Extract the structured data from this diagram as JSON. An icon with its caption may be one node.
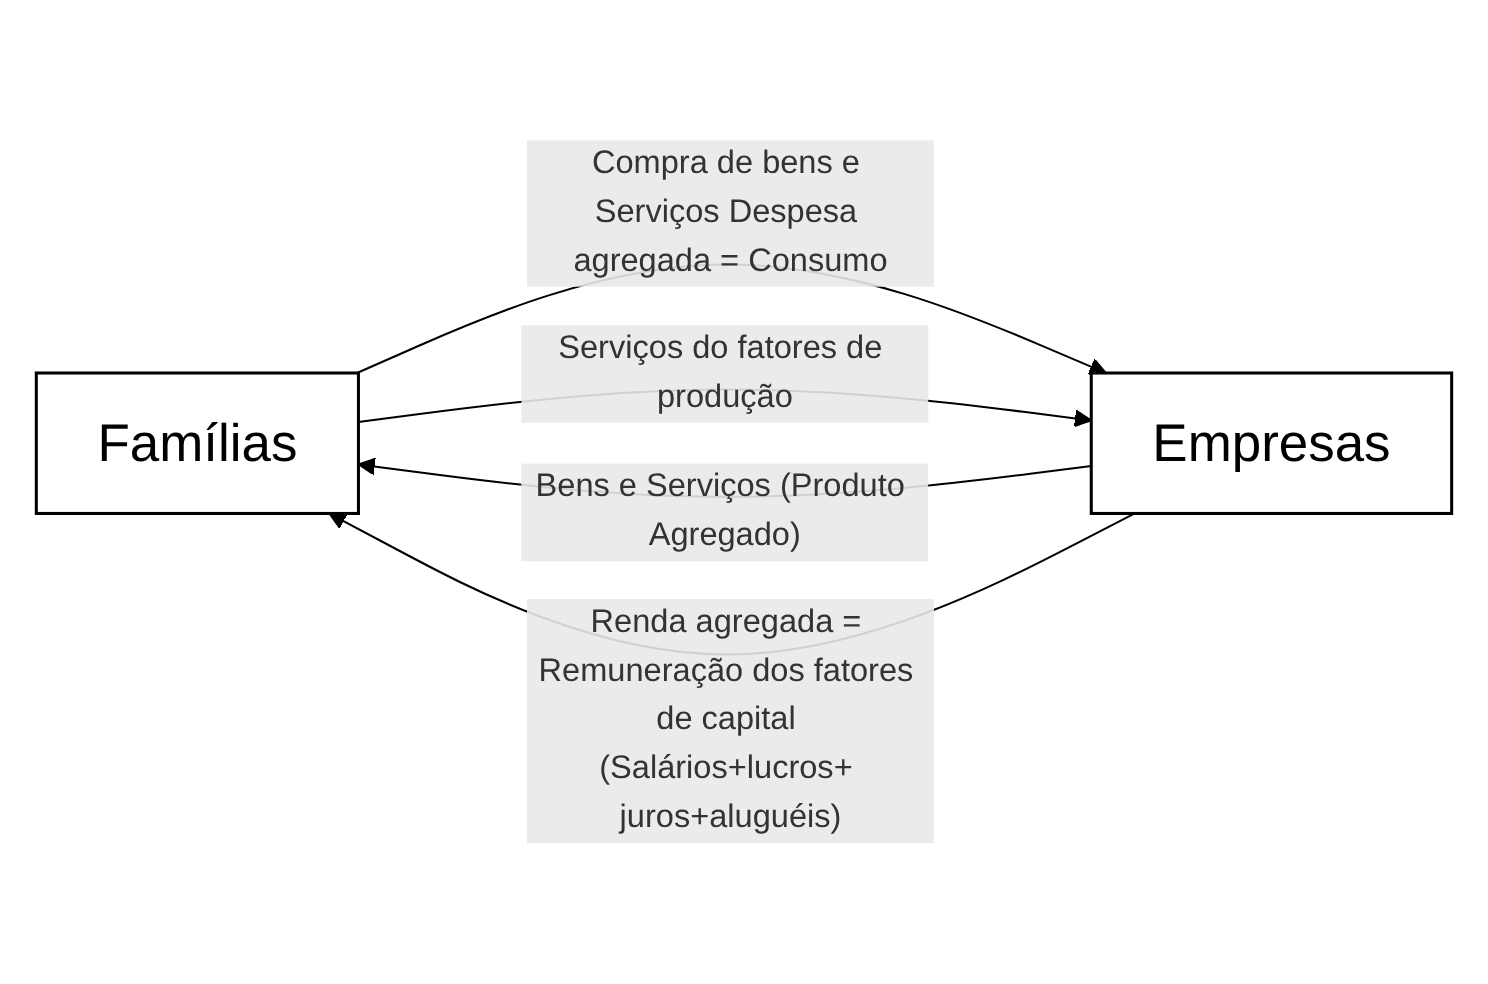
{
  "diagram": {
    "nodes": [
      {
        "text": [
          "Famílias"
        ]
      },
      {
        "text": [
          "Empresas"
        ]
      }
    ],
    "edges": [
      {
        "from": 0,
        "to": 1,
        "arrow": "to",
        "label": "Compra de bens e Serviços Despesa agregada = Consumo"
      },
      {
        "from": 1,
        "to": 0,
        "arrow": "to",
        "label": "Bens e Serviços (Produto Agregado)"
      },
      {
        "from": 0,
        "to": 1,
        "arrow": "to",
        "label": "Serviços do fatores de produção"
      },
      {
        "from": 1,
        "to": 0,
        "arrow": "to",
        "label": "Renda agregada = Remuneração dos fatores de capital (Salários+lucros+ juros+aluguéis)"
      }
    ]
  }
}
